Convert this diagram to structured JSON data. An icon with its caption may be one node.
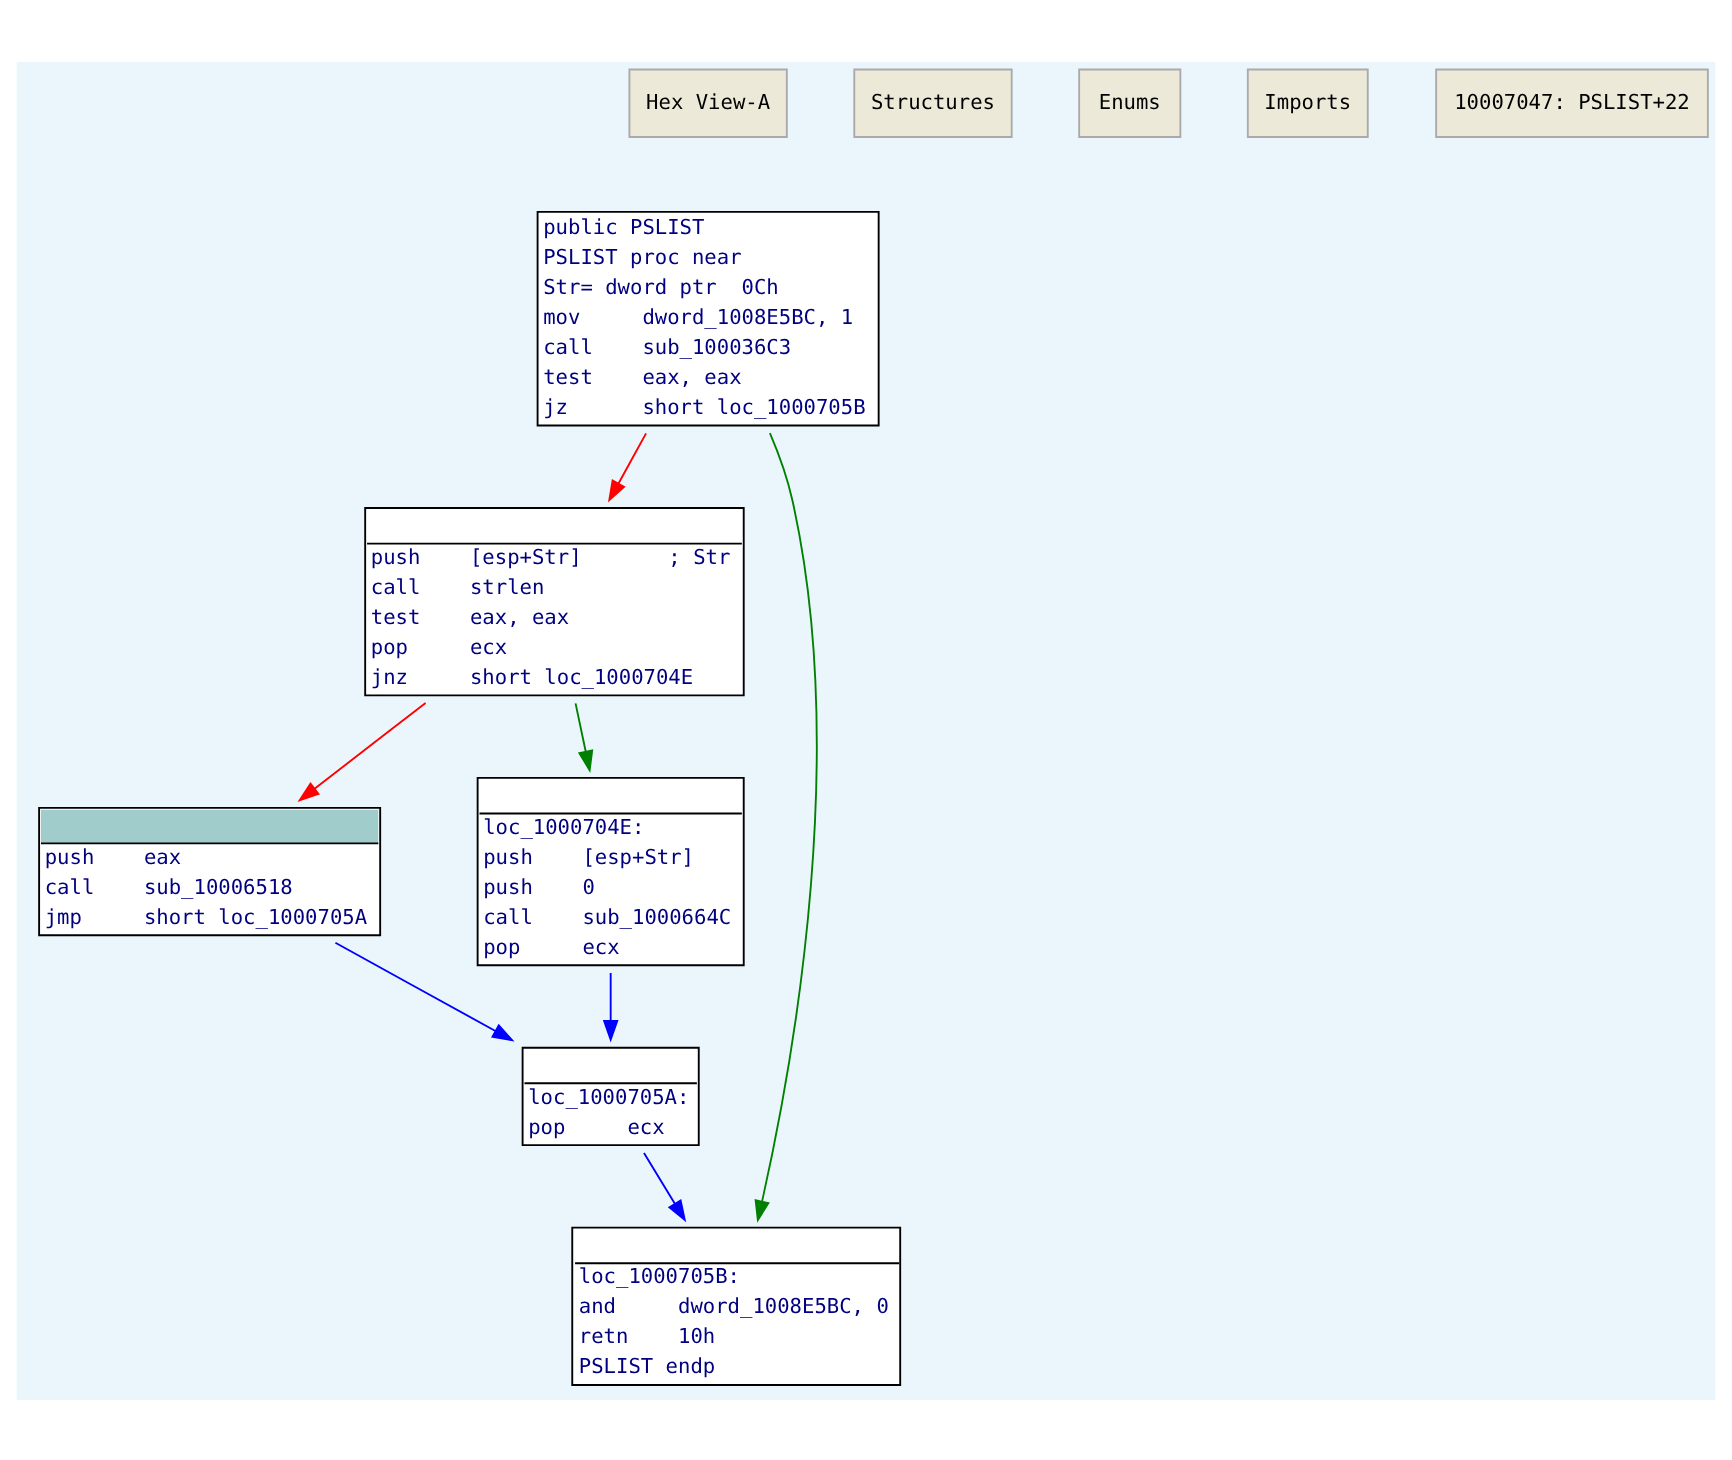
{
  "diagram": {
    "nodes": [
      {
        "text": [
          "public PSLIST",
          "PSLIST proc near",
          "Str= dword ptr  0Ch",
          "mov     dword_1008E5BC, 1",
          "call    sub_100036C3",
          "test    eax, eax",
          "jz      short loc_1000705B"
        ]
      },
      {
        "text": [
          "push    [esp+Str]       ; Str",
          "call    strlen",
          "test    eax, eax",
          "pop     ecx",
          "jnz     short loc_1000704E"
        ]
      },
      {
        "text": [
          "push    eax",
          "call    sub_10006518",
          "jmp     short loc_1000705A"
        ]
      },
      {
        "text": [
          "loc_1000704E:",
          "push    [esp+Str]",
          "push    0",
          "call    sub_1000664C",
          "pop     ecx"
        ]
      },
      {
        "text": [
          "loc_1000705A:",
          "pop     ecx"
        ]
      },
      {
        "text": [
          "loc_1000705B:",
          "and     dword_1008E5BC, 0",
          "retn    10h",
          "PSLIST endp"
        ]
      }
    ],
    "edges": [
      {
        "from": 0,
        "to": 1,
        "arrow": "to",
        "color": "#ff0000"
      },
      {
        "from": 0,
        "to": 5,
        "arrow": "to",
        "color": "#008000"
      },
      {
        "from": 1,
        "to": 2,
        "arrow": "to",
        "color": "#ff0000"
      },
      {
        "from": 1,
        "to": 3,
        "arrow": "to",
        "color": "#008000"
      },
      {
        "from": 2,
        "to": 4,
        "arrow": "to",
        "color": "#0000ff"
      },
      {
        "from": 3,
        "to": 4,
        "arrow": "to",
        "color": "#0000ff"
      },
      {
        "from": 4,
        "to": 5,
        "arrow": "to",
        "color": "#0000ff"
      }
    ],
    "labels": [
      "Hex View-A",
      "Structures",
      "Enums",
      "Imports",
      "10007047: PSLIST+22"
    ]
  }
}
